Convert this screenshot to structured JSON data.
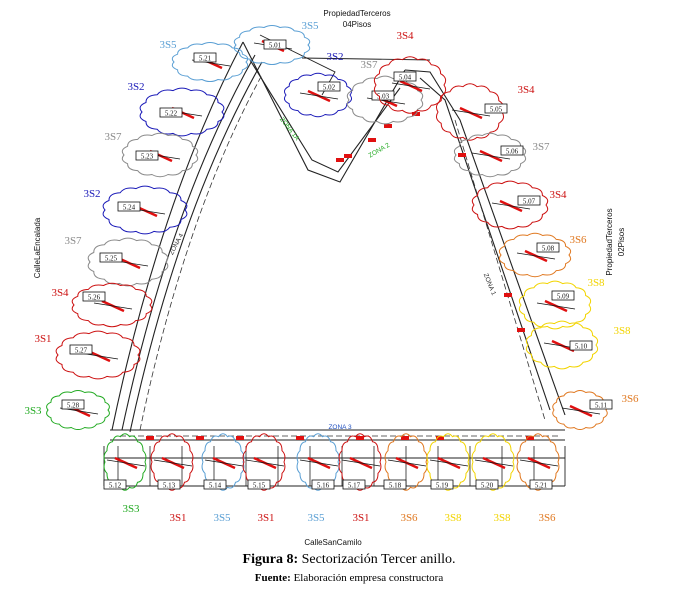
{
  "labels": {
    "top_property": [
      "PropiedadTerceros",
      "04Pisos"
    ],
    "right_property": [
      "PropiedadTerceros",
      "02Pisos"
    ],
    "left_street": "CalleLaEncalada",
    "bottom_street": "CalleSanCamilo",
    "zones": [
      "ZONA 1",
      "ZONA 1A",
      "ZONA 2",
      "ZONA 3",
      "ZONA 4"
    ]
  },
  "colors": {
    "3S1": "#cc1111",
    "3S2": "#1a1ab8",
    "3S3": "#22aa22",
    "3S4": "#cc1111",
    "3S5": "#5a9fd4",
    "3S6": "#e07820",
    "3S7": "#8a8a8a",
    "3S8": "#f2d400"
  },
  "sectors": [
    {
      "code": "3S5",
      "box": "5.21"
    },
    {
      "code": "3S2",
      "box": "5.22"
    },
    {
      "code": "3S7",
      "box": "5.23"
    },
    {
      "code": "3S2",
      "box": "5.24"
    },
    {
      "code": "3S7",
      "box": "5.25"
    },
    {
      "code": "3S4",
      "box": "5.26"
    },
    {
      "code": "3S1",
      "box": "5.27"
    },
    {
      "code": "3S3",
      "box": "5.28"
    },
    {
      "code": "3S5",
      "box": "5.01"
    },
    {
      "code": "3S2",
      "box": "5.02"
    },
    {
      "code": "3S7",
      "box": "5.03"
    },
    {
      "code": "3S4",
      "box": "5.04"
    },
    {
      "code": "3S4",
      "box": "5.05"
    },
    {
      "code": "3S7",
      "box": "5.06"
    },
    {
      "code": "3S4",
      "box": "5.07"
    },
    {
      "code": "3S6",
      "box": "5.08"
    },
    {
      "code": "3S8",
      "box": "5.09"
    },
    {
      "code": "3S8",
      "box": "5.10"
    },
    {
      "code": "3S6",
      "box": "5.11"
    },
    {
      "code": "3S3",
      "box": "5.12"
    },
    {
      "code": "3S1",
      "box": "5.13"
    },
    {
      "code": "3S5",
      "box": "5.14"
    },
    {
      "code": "3S1",
      "box": "5.15"
    },
    {
      "code": "3S5",
      "box": "5.16"
    },
    {
      "code": "3S1",
      "box": "5.17"
    },
    {
      "code": "3S6",
      "box": "5.18"
    },
    {
      "code": "3S8",
      "box": "5.19"
    },
    {
      "code": "3S8",
      "box": "5.20"
    },
    {
      "code": "3S6",
      "box": "5.21"
    }
  ],
  "caption": {
    "figure_label": "Figura 8:",
    "figure_text": " Sectorización Tercer anillo.",
    "source_label": "Fuente:",
    "source_text": " Elaboración empresa constructora"
  }
}
